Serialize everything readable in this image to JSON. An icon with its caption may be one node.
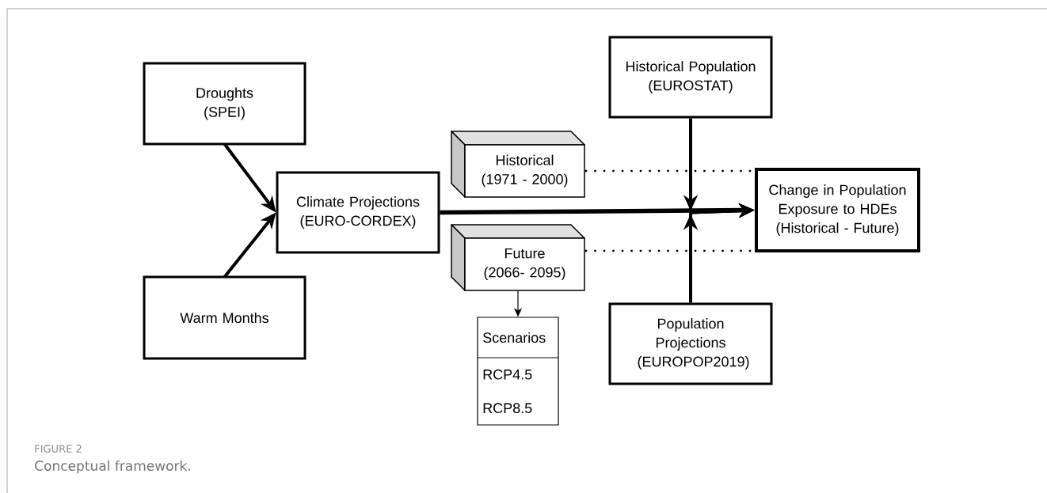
{
  "diagram": {
    "caption": "Conceptual framework.",
    "nodes": [
      {
        "text": [
          "Droughts (SPEI)"
        ]
      },
      {
        "text": [
          "Warm Months"
        ]
      },
      {
        "text": [
          "Climate Projections (EURO-CORDEX)"
        ]
      },
      {
        "text": [
          "Historical Population (EUROSTAT)"
        ]
      },
      {
        "text": [
          "Historical (1971 - 2000)"
        ]
      },
      {
        "text": [
          "Future (2066- 2095)"
        ]
      },
      {
        "text": [
          "Scenarios",
          "RCP4.5",
          "RCP8.5"
        ]
      },
      {
        "text": [
          "Change in Population Exposure to HDEs (Historical - Future)"
        ]
      },
      {
        "text": [
          "Population Projections (EUROPOP2019)"
        ]
      }
    ],
    "edges": [
      {
        "from": 0,
        "to": 2,
        "arrow": "to"
      },
      {
        "from": 1,
        "to": 2,
        "arrow": "to"
      },
      {
        "from": 2,
        "to": 7,
        "arrow": "to"
      },
      {
        "from": 3,
        "to": 7,
        "arrow": "to"
      },
      {
        "from": 8,
        "to": 7,
        "arrow": "to"
      },
      {
        "from": 4,
        "to": 7,
        "arrow": "none",
        "style": "dashed"
      },
      {
        "from": 5,
        "to": 7,
        "arrow": "none",
        "style": "dashed"
      },
      {
        "from": 5,
        "to": 6,
        "arrow": "to"
      }
    ],
    "labels": [
      "FIGURE 2"
    ]
  }
}
